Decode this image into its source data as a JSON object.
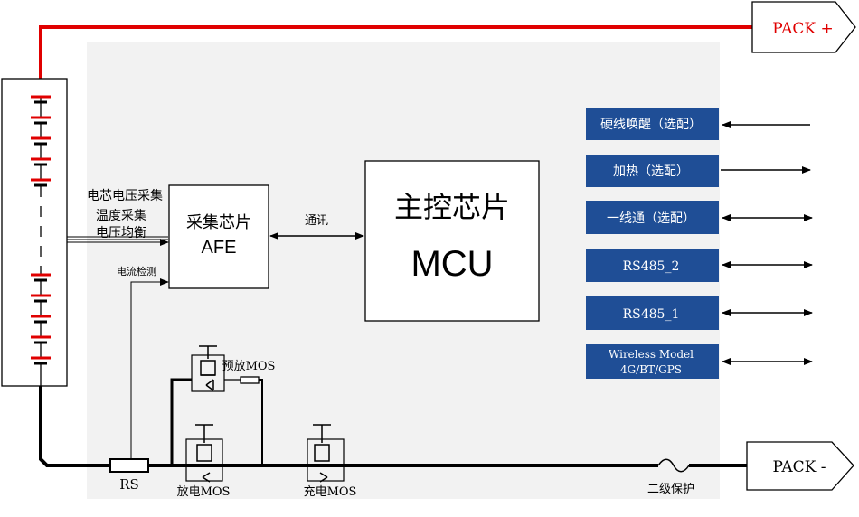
{
  "pack_plus": "PACK +",
  "pack_minus": "PACK -",
  "afe": {
    "title": "采集芯片",
    "subtitle": "AFE"
  },
  "mcu": {
    "title": "主控芯片",
    "subtitle": "MCU"
  },
  "comm_label": "通讯",
  "sense_labels": [
    "电芯电压采集",
    "温度采集",
    "电压均衡"
  ],
  "current_sense_label": "电流检测",
  "rs_label": "RS",
  "mos": {
    "precharge": "预放MOS",
    "discharge": "放电MOS",
    "charge": "充电MOS"
  },
  "secondary_protection": "二级保护",
  "ports": [
    {
      "label": "硬线唤醒（选配）",
      "direction": "in"
    },
    {
      "label": "加热（选配）",
      "direction": "out"
    },
    {
      "label": "一线通（选配）",
      "direction": "both"
    },
    {
      "label": "RS485_2",
      "direction": "both"
    },
    {
      "label": "RS485_1",
      "direction": "both"
    },
    {
      "label": "Wireless Model",
      "label2": "4G/BT/GPS",
      "direction": "both"
    }
  ],
  "colors": {
    "box_blue": "#1f4e96",
    "red_wire": "#e00000",
    "panel_gray": "#f2f2f2"
  }
}
